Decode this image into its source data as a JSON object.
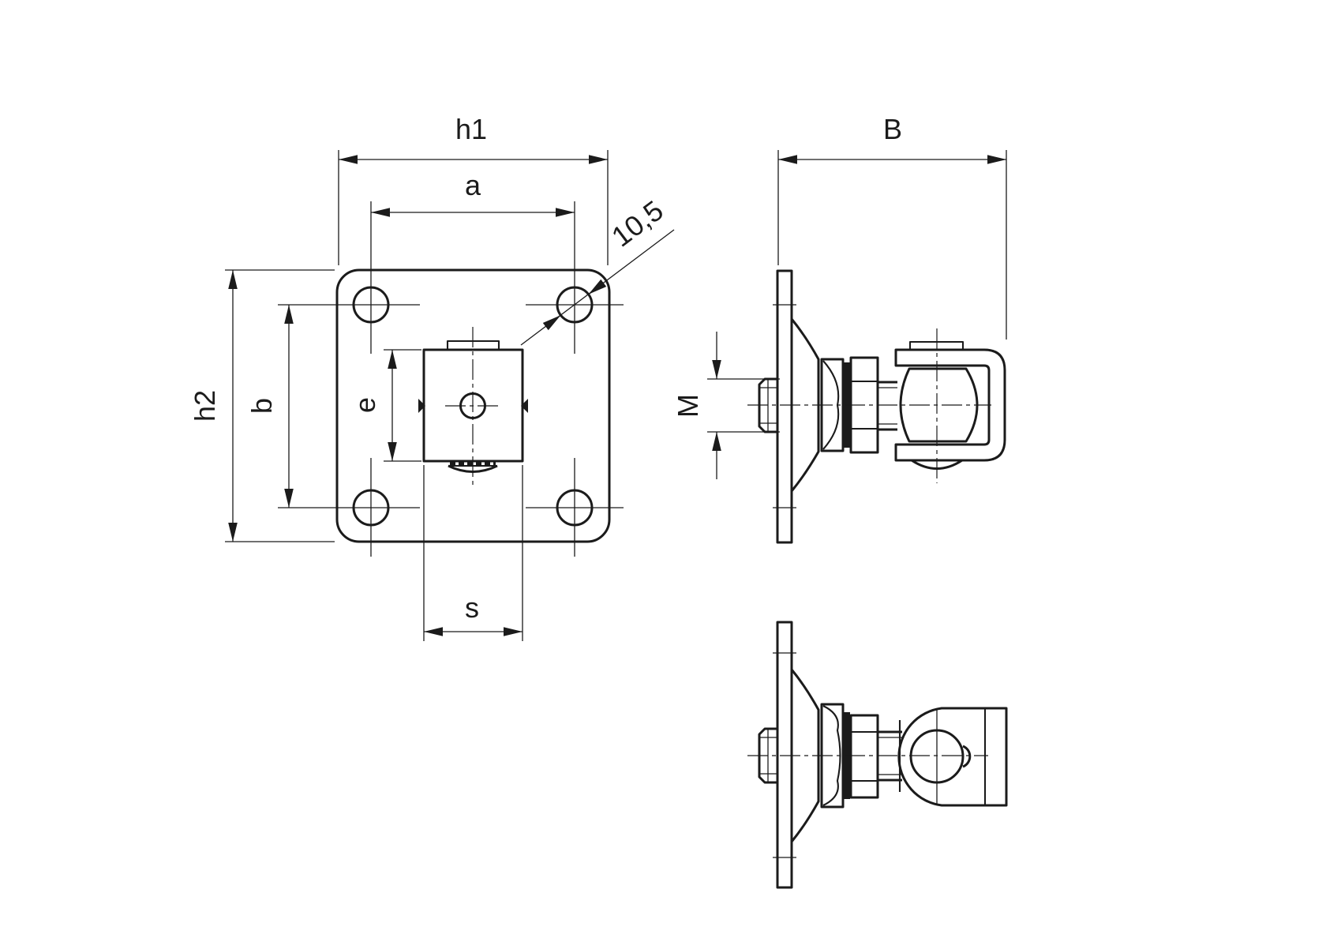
{
  "drawing": {
    "kind": "technical-drawing-gate-hinge",
    "background_color": "#ffffff",
    "line_color": "#1b1b1b",
    "dimension_labels": {
      "h1": "h1",
      "a": "a",
      "hole_dia": "10,5",
      "h2": "h2",
      "b": "b",
      "e": "e",
      "s": "s",
      "B": "B",
      "M": "M"
    }
  }
}
